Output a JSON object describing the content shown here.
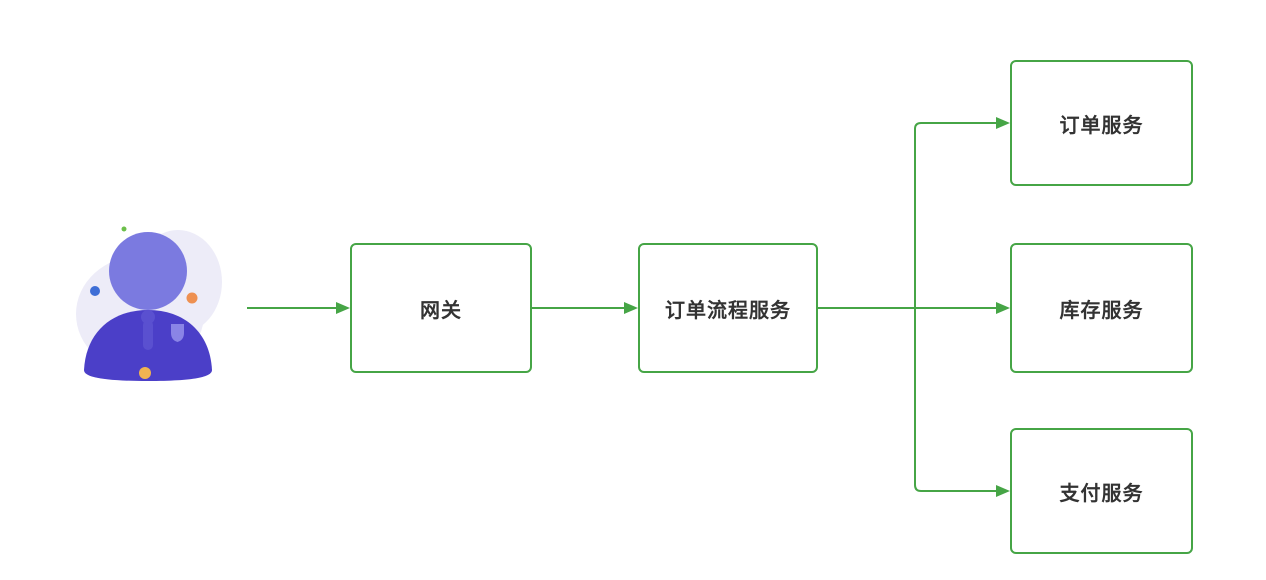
{
  "nodes": {
    "user": {
      "kind": "actor",
      "icon": "user-avatar"
    },
    "gateway": {
      "label": "网关"
    },
    "order_flow": {
      "label": "订单流程服务"
    },
    "order": {
      "label": "订单服务"
    },
    "inventory": {
      "label": "库存服务"
    },
    "payment": {
      "label": "支付服务"
    }
  },
  "edges": [
    {
      "from": "user",
      "to": "gateway",
      "arrow": true
    },
    {
      "from": "gateway",
      "to": "order_flow",
      "arrow": true
    },
    {
      "from": "order_flow",
      "to": "order",
      "arrow": true
    },
    {
      "from": "order_flow",
      "to": "inventory",
      "arrow": true
    },
    {
      "from": "order_flow",
      "to": "payment",
      "arrow": true
    }
  ],
  "colors": {
    "connector": "#46a546",
    "node_border": "#46a546",
    "node_fill": "#ffffff",
    "label_text": "#333333",
    "avatar_blob": "#edecf8",
    "avatar_head": "#7b7ae0",
    "avatar_body": "#4b3fc8",
    "avatar_tie": "#5a50d0",
    "avatar_badge": "#8a84e6",
    "dot_green": "#6cbf4a",
    "dot_blue": "#3e6ed6",
    "dot_orange": "#ee9051",
    "dot_yellow": "#f0b351"
  }
}
